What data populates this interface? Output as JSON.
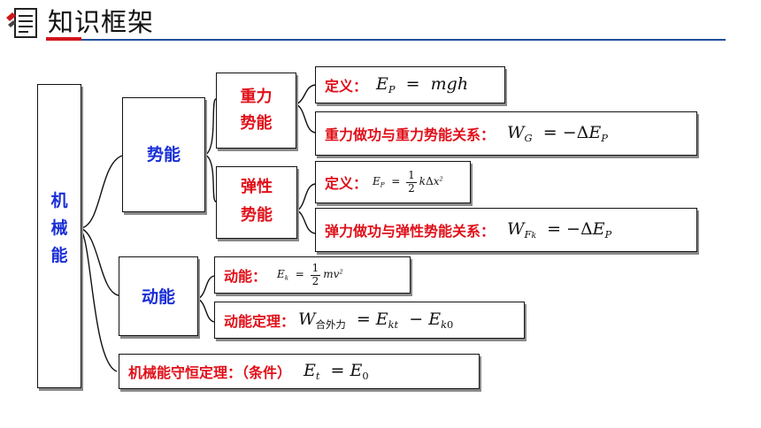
{
  "header": {
    "title": "知识框架"
  },
  "root": {
    "chars": [
      "机",
      "械",
      "能"
    ]
  },
  "potential": {
    "label": "势能",
    "gravity": {
      "label_line1": "重力",
      "label_line2": "势能",
      "def_label": "定义：",
      "relation_label": "重力做功与重力势能关系："
    },
    "elastic": {
      "label_line1": "弹性",
      "label_line2": "势能",
      "def_label": "定义：",
      "relation_label": "弹力做功与弹性势能关系："
    }
  },
  "kinetic": {
    "label": "动能",
    "def_label": "动能：",
    "theorem_label": "动能定理：",
    "work_subscript": "合外力"
  },
  "conservation": {
    "label": "机械能守恒定理：（条件）"
  }
}
